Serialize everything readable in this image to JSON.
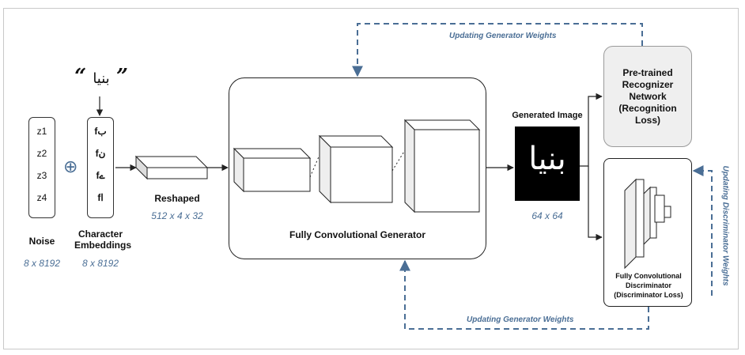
{
  "inputs": {
    "quote_open": "“",
    "quote_close": "”",
    "urdu_word": "بنیا",
    "noise_items": [
      "z1",
      "z2",
      "z3",
      "z4"
    ],
    "noise_label": "Noise",
    "noise_dim": "8 x 8192",
    "plus_symbol": "⊕",
    "embedding_items": [
      "fب",
      "fن",
      "fے",
      "fا"
    ],
    "embedding_label_line1": "Character",
    "embedding_label_line2": "Embeddings",
    "embedding_dim": "8 x 8192"
  },
  "reshape": {
    "label": "Reshaped",
    "dim": "512 x 4 x 32"
  },
  "generator": {
    "label": "Fully Convolutional Generator"
  },
  "output": {
    "title": "Generated Image",
    "dim": "64 x 64",
    "image_text": "بنیا"
  },
  "recognizer": {
    "lines": [
      "Pre-trained",
      "Recognizer",
      "Network",
      "(Recognition",
      "Loss)"
    ]
  },
  "discriminator": {
    "lines": [
      "Fully Convolutional",
      "Discriminator",
      "(Discriminator Loss)"
    ]
  },
  "feedback": {
    "top_label": "Updating Generator Weights",
    "bottom_label": "Updating Generator Weights",
    "right_label": "Updating Discriminator Weights",
    "color": "#4a6e95"
  }
}
